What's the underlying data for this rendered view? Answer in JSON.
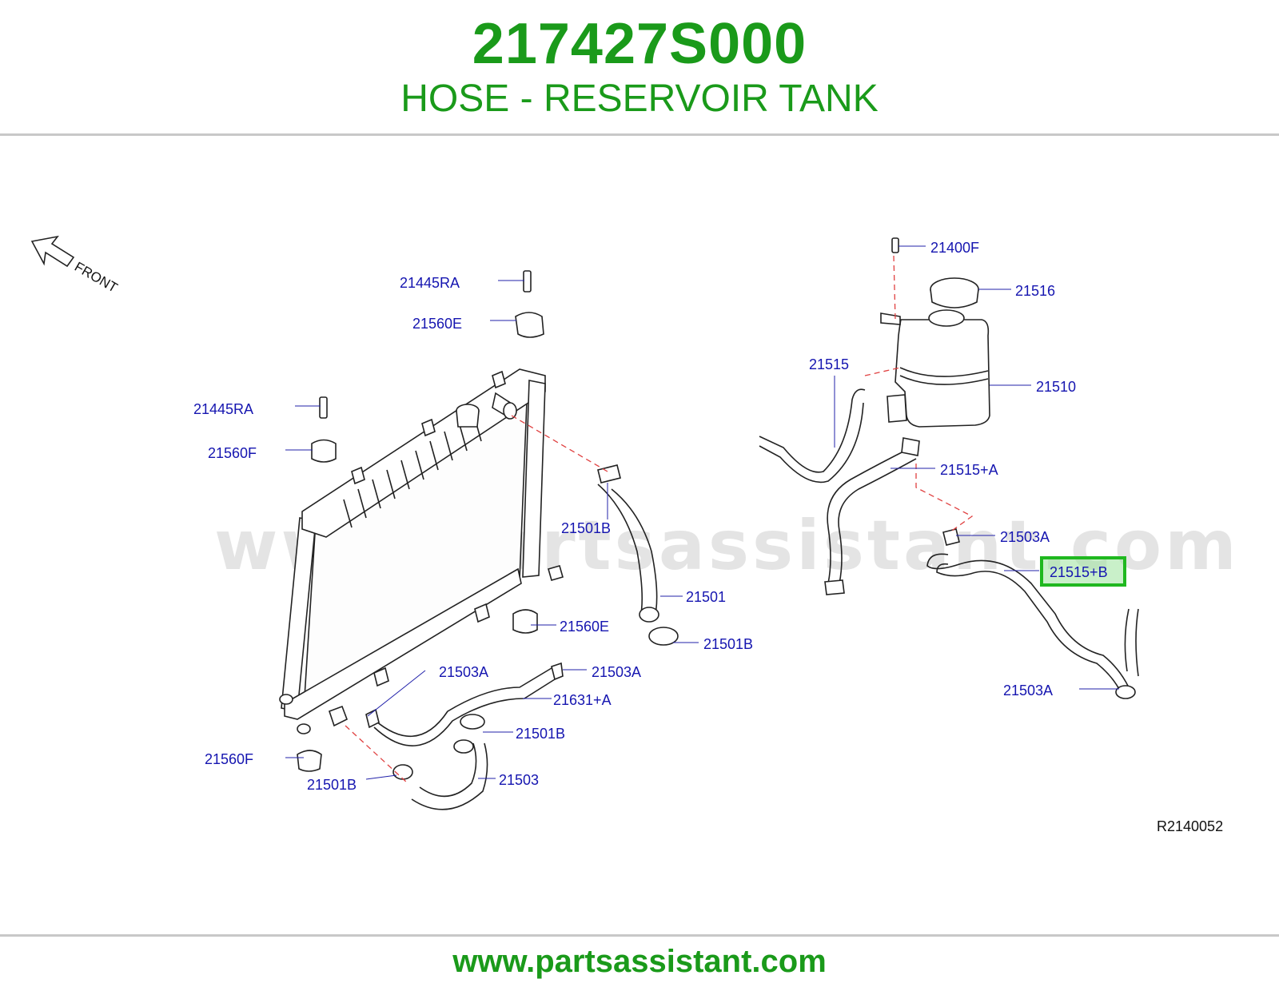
{
  "header": {
    "part_number": "217427S000",
    "part_name": "HOSE - RESERVOIR TANK"
  },
  "diagram": {
    "watermark": "www.partsassistant.com",
    "front_label": "FRONT",
    "reference_code": "R2140052",
    "highlighted_part": "21515+B",
    "callouts": [
      "21445RA",
      "21560E",
      "21445RA",
      "21560F",
      "21501B",
      "21501",
      "21560E",
      "21501B",
      "21503A",
      "21503A",
      "21631+A",
      "21501B",
      "21560F",
      "21501B",
      "21503",
      "21400F",
      "21516",
      "21515",
      "21510",
      "21515+A",
      "21503A",
      "21515+B",
      "21503A"
    ],
    "colors": {
      "title_green": "#1a9a1a",
      "callout_blue": "#1515b0",
      "highlight_box": "#1fb81f",
      "highlight_fill": "#9de39d",
      "guide_dash_red": "#e04040"
    }
  },
  "footer": {
    "url": "www.partsassistant.com"
  }
}
